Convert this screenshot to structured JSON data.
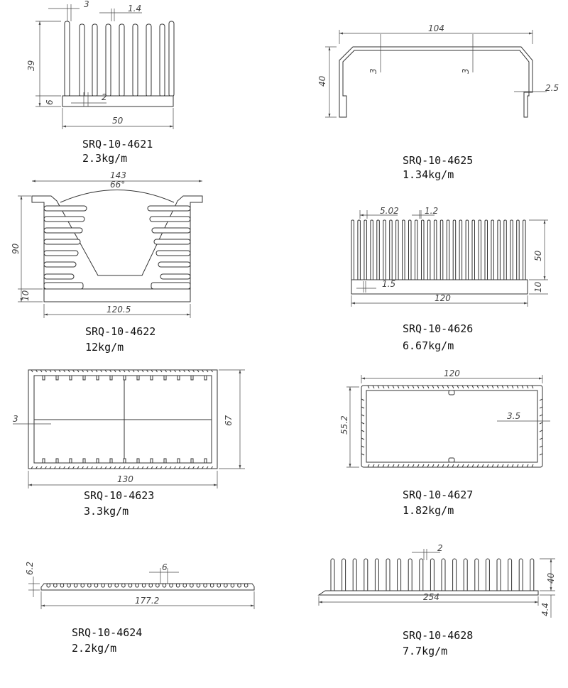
{
  "products": [
    {
      "code": "SRQ-10-4621",
      "weight": "2.3kg/m",
      "dims": {
        "top_left": "3",
        "top_right": "1.4",
        "height": "39",
        "base": "6",
        "fin_gap": "2",
        "width": "50"
      }
    },
    {
      "code": "SRQ-10-4625",
      "weight": "1.34kg/m",
      "dims": {
        "width": "104",
        "height": "40",
        "wall_left": "3",
        "wall_right": "3",
        "lip": "2.5"
      }
    },
    {
      "code": "SRQ-10-4622",
      "weight": "12kg/m",
      "dims": {
        "top_width": "143",
        "angle": "66°",
        "height": "90",
        "base": "10",
        "width": "120.5"
      }
    },
    {
      "code": "SRQ-10-4626",
      "weight": "6.67kg/m",
      "dims": {
        "pitch": "5.02",
        "fin": "1.2",
        "height": "50",
        "gap": "1.5",
        "base": "10",
        "width": "120"
      }
    },
    {
      "code": "SRQ-10-4623",
      "weight": "3.3kg/m",
      "dims": {
        "wall": "3",
        "height": "67",
        "width": "130"
      }
    },
    {
      "code": "SRQ-10-4627",
      "weight": "1.82kg/m",
      "dims": {
        "width": "120",
        "height": "55.2",
        "wall": "3.5"
      }
    },
    {
      "code": "SRQ-10-4624",
      "weight": "2.2kg/m",
      "dims": {
        "height": "6.2",
        "slot": "6",
        "width": "177.2"
      }
    },
    {
      "code": "SRQ-10-4628",
      "weight": "7.7kg/m",
      "dims": {
        "fin": "2",
        "height": "40",
        "base": "4.4",
        "width": "254"
      }
    }
  ]
}
